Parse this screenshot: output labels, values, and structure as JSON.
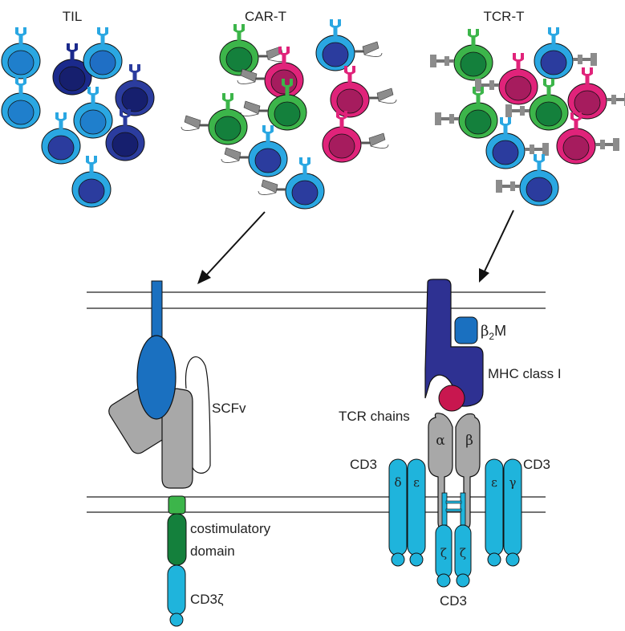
{
  "groups": {
    "til": "TIL",
    "car_t": "CAR-T",
    "tcr_t": "TCR-T"
  },
  "car_labels": {
    "scfv": "SCFv",
    "costim_line1": "costimulatory",
    "costim_line2": "domain",
    "cd3z": "CD3ζ"
  },
  "tcr_labels": {
    "b2m_base": "β",
    "b2m_sub": "2",
    "b2m_suffix": "M",
    "mhc": "MHC class I",
    "tcr_chains": "TCR chains",
    "alpha": "α",
    "beta": "β",
    "cd3_left": "CD3",
    "cd3_right": "CD3",
    "cd3_bottom": "CD3",
    "delta": "δ",
    "epsilon_left": "ε",
    "epsilon_right": "ε",
    "gamma": "γ",
    "zeta_left": "ζ",
    "zeta_right": "ζ"
  },
  "colors": {
    "light_blue": "#2aa7e2",
    "mid_blue": "#1f6fc5",
    "navy": "#1b2a8c",
    "green": "#3cb54a",
    "dark_green": "#14803c",
    "magenta": "#e0237a",
    "dark_magenta": "#a61c5e",
    "gray": "#a8a8a8",
    "cyan": "#1fb4dc",
    "mhc_blue": "#2e3192",
    "peptide": "#c8174f",
    "scfv_blue": "#1a70c0"
  }
}
